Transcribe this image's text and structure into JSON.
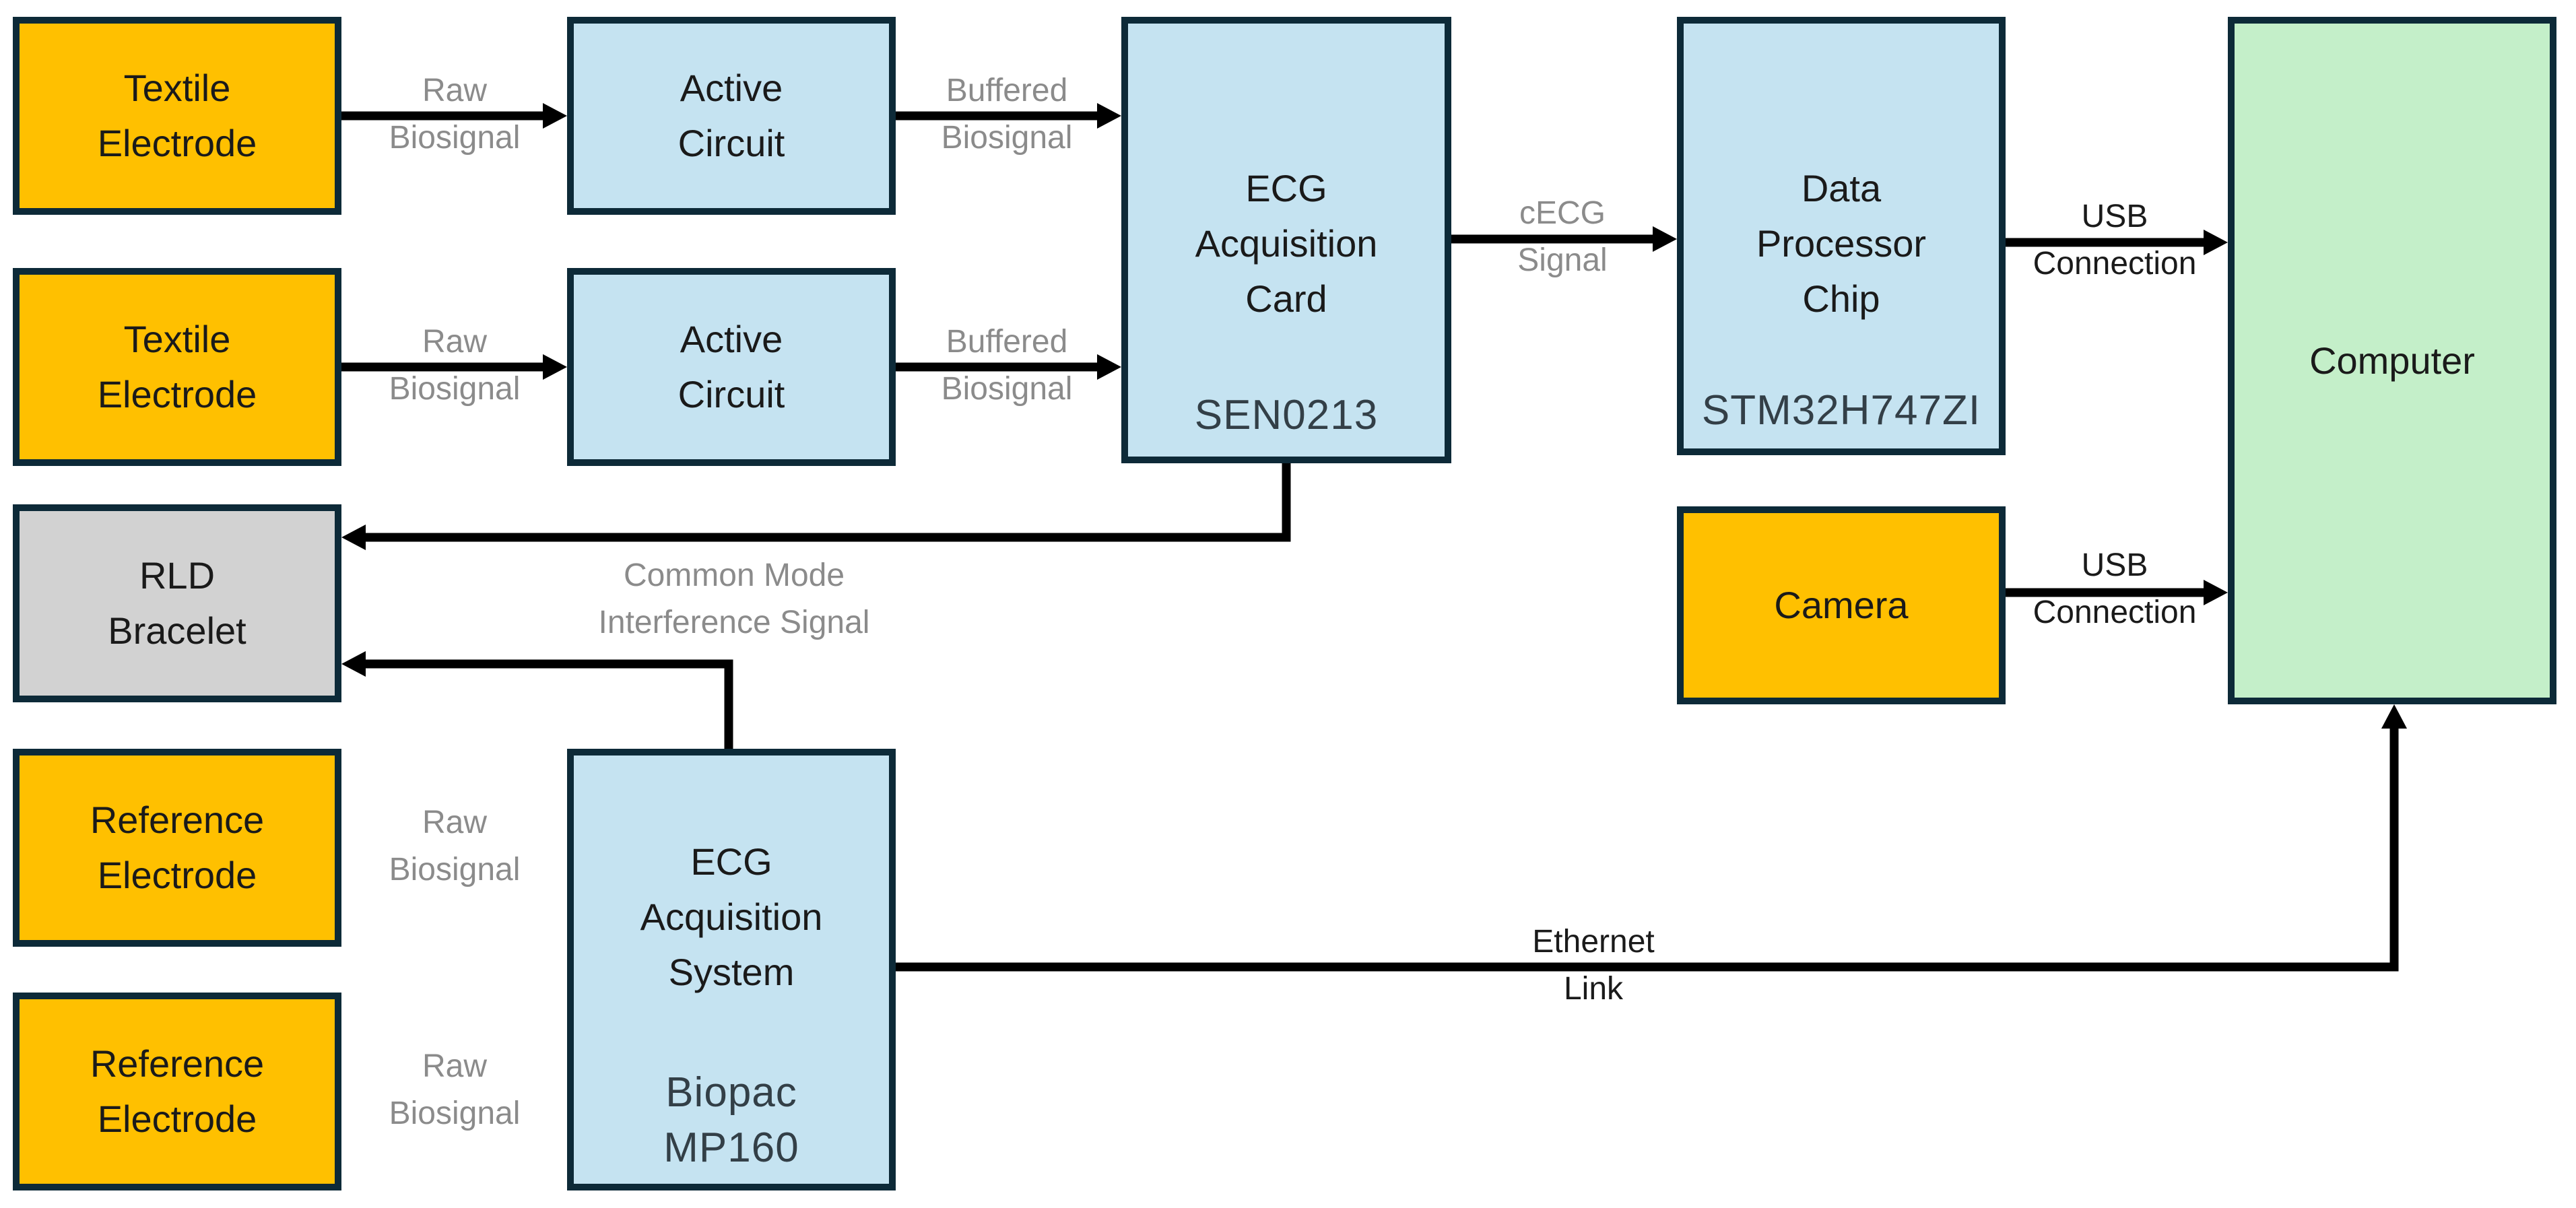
{
  "diagram": {
    "type": "block-diagram",
    "title_visible": false,
    "colors": {
      "background": "#FFFFFF",
      "electrode_fill": "#FFC000",
      "circuit_fill": "#C5E3F1",
      "computer_fill": "#C4EFC9",
      "bracelet_fill": "#D2D2D2",
      "box_border": "#0D2A38",
      "connector": "#000000",
      "signal_label_gray": "#8B8B8B",
      "connection_label_black": "#1A1A1A",
      "model_text": "#333F47"
    },
    "boxes": {
      "textile_electrode_1": {
        "lines": [
          "Textile",
          "Electrode"
        ]
      },
      "textile_electrode_2": {
        "lines": [
          "Textile",
          "Electrode"
        ]
      },
      "rld_bracelet": {
        "lines": [
          "RLD",
          "Bracelet"
        ]
      },
      "reference_electrode_1": {
        "lines": [
          "Reference",
          "Electrode"
        ]
      },
      "reference_electrode_2": {
        "lines": [
          "Reference",
          "Electrode"
        ]
      },
      "active_circuit_1": {
        "lines": [
          "Active",
          "Circuit"
        ]
      },
      "active_circuit_2": {
        "lines": [
          "Active",
          "Circuit"
        ]
      },
      "ecg_acquisition_card": {
        "lines": [
          "ECG",
          "Acquisition",
          "Card"
        ],
        "model": "SEN0213"
      },
      "data_processor_chip": {
        "lines": [
          "Data",
          "Processor",
          "Chip"
        ],
        "model": "STM32H747ZI"
      },
      "ecg_acquisition_system": {
        "lines": [
          "ECG",
          "Acquisition",
          "System"
        ],
        "model_lines": [
          "Biopac",
          "MP160"
        ]
      },
      "camera": {
        "lines": [
          "Camera"
        ]
      },
      "computer": {
        "lines": [
          "Computer"
        ]
      }
    },
    "edge_labels": {
      "raw_biosignal_1": {
        "lines": [
          "Raw",
          "Biosignal"
        ]
      },
      "raw_biosignal_2": {
        "lines": [
          "Raw",
          "Biosignal"
        ]
      },
      "raw_biosignal_3": {
        "lines": [
          "Raw",
          "Biosignal"
        ]
      },
      "raw_biosignal_4": {
        "lines": [
          "Raw",
          "Biosignal"
        ]
      },
      "buffered_biosignal_1": {
        "lines": [
          "Buffered",
          "Biosignal"
        ]
      },
      "buffered_biosignal_2": {
        "lines": [
          "Buffered",
          "Biosignal"
        ]
      },
      "cecg_signal": {
        "lines": [
          "cECG",
          "Signal"
        ]
      },
      "usb_connection_1": {
        "lines": [
          "USB",
          "Connection"
        ]
      },
      "usb_connection_2": {
        "lines": [
          "USB",
          "Connection"
        ]
      },
      "common_mode": {
        "lines": [
          "Common Mode",
          "Interference Signal"
        ]
      },
      "ethernet_link": {
        "lines": [
          "Ethernet",
          "Link"
        ]
      }
    },
    "edges": [
      {
        "from": "textile_electrode_1",
        "to": "active_circuit_1",
        "label": "Raw Biosignal"
      },
      {
        "from": "textile_electrode_2",
        "to": "active_circuit_2",
        "label": "Raw Biosignal"
      },
      {
        "from": "active_circuit_1",
        "to": "ecg_acquisition_card",
        "label": "Buffered Biosignal"
      },
      {
        "from": "active_circuit_2",
        "to": "ecg_acquisition_card",
        "label": "Buffered Biosignal"
      },
      {
        "from": "ecg_acquisition_card",
        "to": "data_processor_chip",
        "label": "cECG Signal"
      },
      {
        "from": "data_processor_chip",
        "to": "computer",
        "label": "USB Connection"
      },
      {
        "from": "camera",
        "to": "computer",
        "label": "USB Connection"
      },
      {
        "from": "ecg_acquisition_card",
        "to": "rld_bracelet",
        "label": "Common Mode Interference Signal"
      },
      {
        "from": "ecg_acquisition_system",
        "to": "rld_bracelet",
        "label": "Common Mode Interference Signal"
      },
      {
        "from": "reference_electrode_1",
        "to": "ecg_acquisition_system",
        "label": "Raw Biosignal"
      },
      {
        "from": "reference_electrode_2",
        "to": "ecg_acquisition_system",
        "label": "Raw Biosignal"
      },
      {
        "from": "ecg_acquisition_system",
        "to": "computer",
        "label": "Ethernet Link"
      }
    ]
  }
}
